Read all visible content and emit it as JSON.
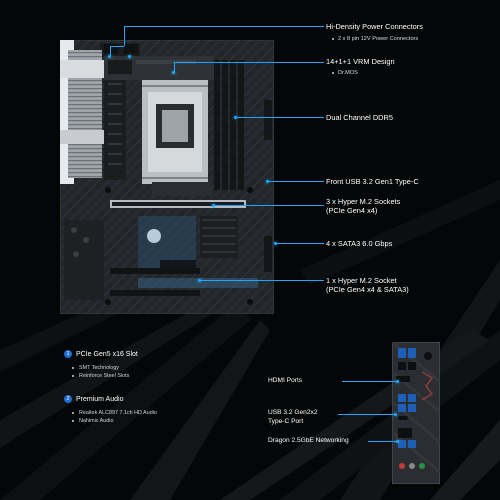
{
  "callouts": {
    "power": {
      "title": "Hi-Density Power Connectors",
      "sub": "2 x 8 pin 12V Power Connectors"
    },
    "vrm": {
      "title": "14+1+1 VRM Design",
      "sub": "Dr.MOS"
    },
    "ddr": {
      "title": "Dual Channel DDR5"
    },
    "usbc": {
      "title": "Front USB 3.2 Gen1 Type-C"
    },
    "m2a": {
      "title1": "3 x Hyper M.2 Sockets",
      "title2": "(PCIe Gen4 x4)"
    },
    "sata": {
      "title": "4 x SATA3 6.0 Gbps"
    },
    "m2b": {
      "title1": "1 x Hyper M.2 Socket",
      "title2": "(PCIe Gen4 x4 & SATA3)"
    }
  },
  "features": [
    {
      "num": "1",
      "title": "PCIe Gen5 x16 Slot",
      "items": [
        "SMT Technology",
        "Reinforce Steel Slots"
      ]
    },
    {
      "num": "2",
      "title": "Premium Audio",
      "items": [
        "Realtek ALC897 7.1ch HD Audio",
        "Nahimic Audio"
      ]
    }
  ],
  "io": {
    "hdmi": "HDMI Ports",
    "usb1": "USB 3.2 Gen2x2",
    "usb2": "Type-C Port",
    "lan": "Dragon 2.5GbE Networking"
  },
  "colors": {
    "accent": "#1ea7ff",
    "badge": "#1e6fd1",
    "background": "#050607"
  }
}
